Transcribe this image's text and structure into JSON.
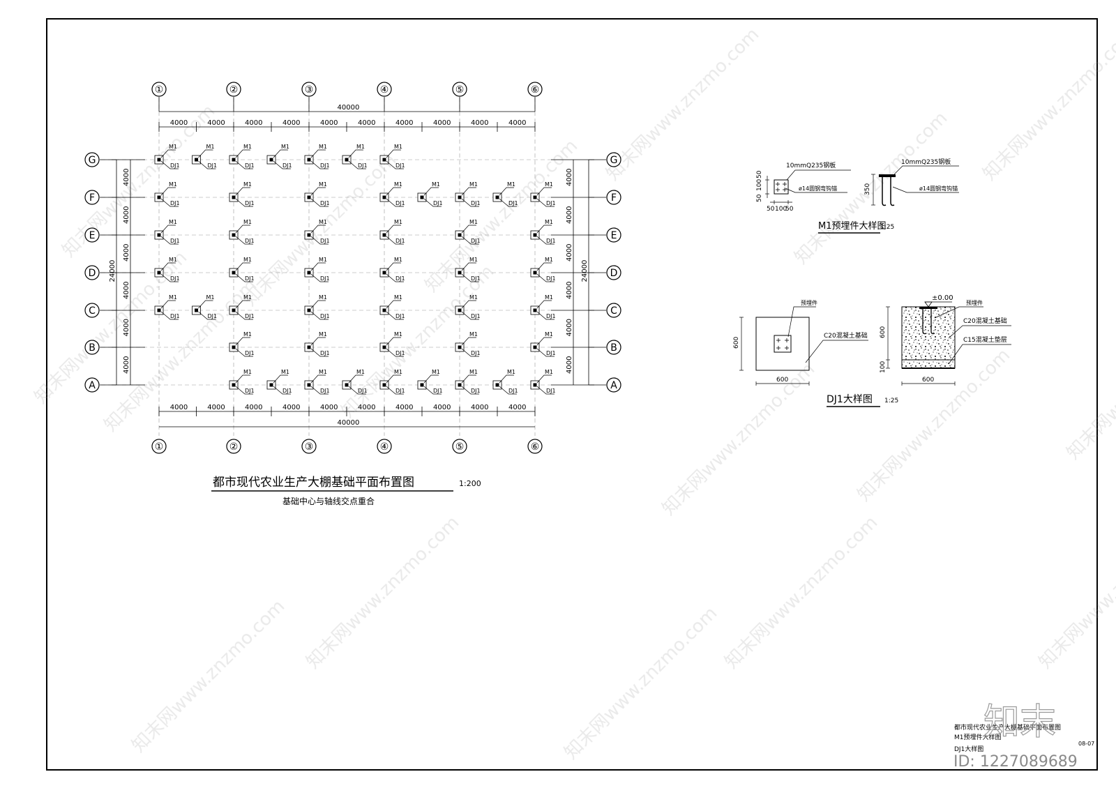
{
  "plan": {
    "title": "都市现代农业生产大棚基础平面布置图",
    "scale": "1:200",
    "note": "基础中心与轴线交点重合",
    "col_axes": [
      "①",
      "②",
      "③",
      "④",
      "⑤",
      "⑥"
    ],
    "row_axes": [
      "G",
      "F",
      "E",
      "D",
      "C",
      "B",
      "A"
    ],
    "top_total": "40000",
    "top_dims": [
      "4000",
      "4000",
      "4000",
      "4000",
      "4000",
      "4000",
      "4000",
      "4000",
      "4000",
      "4000"
    ],
    "bottom_total": "40000",
    "bottom_dims": [
      "4000",
      "4000",
      "4000",
      "4000",
      "4000",
      "4000",
      "4000",
      "4000",
      "4000",
      "4000"
    ],
    "side_total": "24000",
    "left_dims": [
      "4000",
      "4000",
      "4000",
      "4000",
      "4000",
      "4000"
    ],
    "right_dims": [
      "4000",
      "4000",
      "4000",
      "4000",
      "4000",
      "4000"
    ],
    "embed_label": "M1",
    "footing_label": "DJ1"
  },
  "m1_detail": {
    "title": "M1预埋件大样图",
    "scale": "1:25",
    "plate_label": "10mmQ235钢板",
    "plate_label_2": "10mmQ235钢板",
    "bar_label": "ø14圆钢弯钩锚",
    "bar_label_2": "ø14圆钢弯钩锚",
    "dim_top": "50",
    "dim_mid": "100",
    "dim_bot": "50",
    "dim_left": "50",
    "dim_center": "100",
    "dim_right": "50",
    "dim_height": "350"
  },
  "dj1_detail": {
    "title": "DJ1大样图",
    "scale": "1:25",
    "embed_label": "预埋件",
    "embed_label_2": "预埋件",
    "concrete_label": "C20混凝土基础",
    "concrete_label_2": "C20混凝土基础",
    "cushion_label": "C15混凝土垫层",
    "level": "±0.00",
    "plan_height": "600",
    "plan_width": "600",
    "sec_height": "600",
    "sec_cushion": "100",
    "sec_width": "600"
  },
  "title_block": {
    "line1": "都市现代农业生产大棚基础平面布置图",
    "line2": "M1预埋件大样图",
    "line3": "DJ1大样图",
    "sheet_no": "08-07"
  },
  "watermark": {
    "site": "www.znzmo.com",
    "brand": "知末网",
    "logo": "知末",
    "id": "ID: 1227089689"
  }
}
